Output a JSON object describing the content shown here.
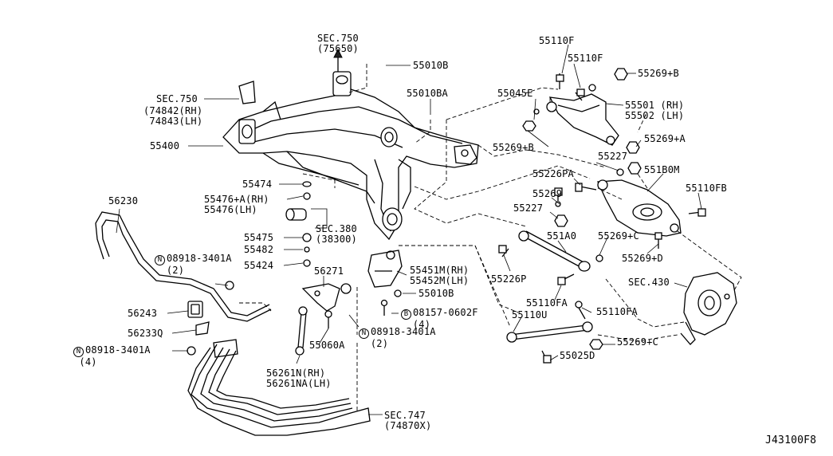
{
  "diagram_id": "J43100F8",
  "labels": [
    {
      "key": "sec750_top",
      "text": "SEC.750\n(75650)"
    },
    {
      "key": "p55010B_top",
      "text": "55010B"
    },
    {
      "key": "sec750_left",
      "text": "SEC.750"
    },
    {
      "key": "p74842",
      "text": "(74842(RH)\n 74843(LH)"
    },
    {
      "key": "p55010BA",
      "text": "55010BA"
    },
    {
      "key": "p55400",
      "text": "55400"
    },
    {
      "key": "p55474",
      "text": "55474"
    },
    {
      "key": "p55476",
      "text": "55476+A(RH)\n55476(LH)"
    },
    {
      "key": "p56230",
      "text": "56230"
    },
    {
      "key": "sec380",
      "text": "SEC.380\n(38300)"
    },
    {
      "key": "p55475",
      "text": "55475"
    },
    {
      "key": "p55482",
      "text": "55482"
    },
    {
      "key": "p08918_a_text",
      "text": "08918-3401A\n  (2)"
    },
    {
      "key": "p55424",
      "text": "55424"
    },
    {
      "key": "p56271",
      "text": "56271"
    },
    {
      "key": "p55451",
      "text": "55451M(RH)\n55452M(LH)"
    },
    {
      "key": "p55010B_mid",
      "text": "55010B"
    },
    {
      "key": "p56243",
      "text": "56243"
    },
    {
      "key": "p08157_text",
      "text": "08157-0602F\n  (4)"
    },
    {
      "key": "p56233Q",
      "text": "56233Q"
    },
    {
      "key": "p08918_b_text",
      "text": "08918-3401A\n  (2)"
    },
    {
      "key": "p08918_c_text",
      "text": "08918-3401A\n (4)"
    },
    {
      "key": "p55060A",
      "text": "55060A"
    },
    {
      "key": "p56261",
      "text": "56261N(RH)\n56261NA(LH)"
    },
    {
      "key": "sec747",
      "text": "SEC.747\n(74870X)"
    },
    {
      "key": "p55110F_a",
      "text": "55110F"
    },
    {
      "key": "p55110F_b",
      "text": "55110F"
    },
    {
      "key": "p55269B_top",
      "text": "55269+B"
    },
    {
      "key": "p55045E",
      "text": "55045E"
    },
    {
      "key": "p55501",
      "text": "55501 (RH)\n55502 (LH)"
    },
    {
      "key": "p55269A",
      "text": "55269+A"
    },
    {
      "key": "p55269B_mid",
      "text": "55269+B"
    },
    {
      "key": "p55227_a",
      "text": "55227"
    },
    {
      "key": "p55226PA",
      "text": "55226PA"
    },
    {
      "key": "p551B0M",
      "text": "551B0M"
    },
    {
      "key": "p55110FB",
      "text": "55110FB"
    },
    {
      "key": "p55269",
      "text": "55269"
    },
    {
      "key": "p55227_b",
      "text": "55227"
    },
    {
      "key": "p551A0",
      "text": "551A0"
    },
    {
      "key": "p55269C_a",
      "text": "55269+C"
    },
    {
      "key": "p55269D",
      "text": "55269+D"
    },
    {
      "key": "p55226P",
      "text": "55226P"
    },
    {
      "key": "sec430",
      "text": "SEC.430"
    },
    {
      "key": "p55110FA_a",
      "text": "55110FA"
    },
    {
      "key": "p55110FA_b",
      "text": "55110FA"
    },
    {
      "key": "p55110U",
      "text": "55110U"
    },
    {
      "key": "p55269C_b",
      "text": "55269+C"
    },
    {
      "key": "p55025D",
      "text": "55025D"
    }
  ],
  "markers": {
    "N": "N",
    "B": "B"
  }
}
